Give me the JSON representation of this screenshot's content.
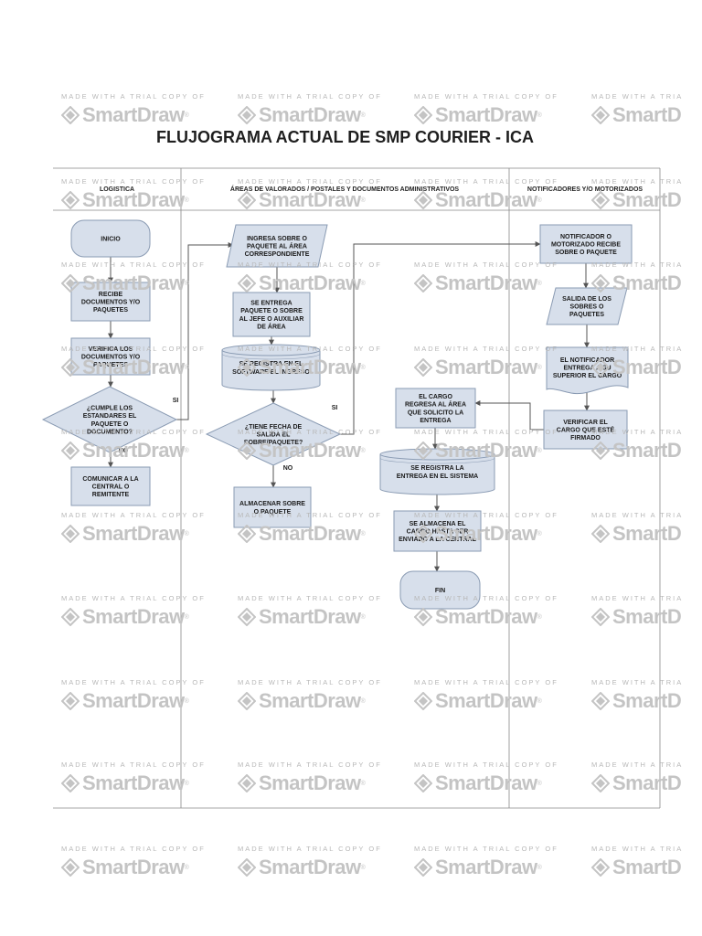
{
  "title": "FLUJOGRAMA ACTUAL DE SMP COURIER - ICA",
  "watermark": {
    "line1": "MADE WITH A TRIAL COPY OF",
    "brand": "SmartDraw",
    "brand_partial": "SmartD",
    "line1_partial": "MADE WITH A TRIA",
    "reg": "®"
  },
  "colors": {
    "node_fill": "#d7dfeb",
    "node_stroke": "#8a9bb3",
    "edge": "#555555",
    "lane_line": "#888888",
    "watermark": "#c4c4c4"
  },
  "lanes": [
    {
      "id": "logistica",
      "title": "LOGISTICA"
    },
    {
      "id": "areas",
      "title": "ÁREAS DE VALORADOS / POSTALES Y DOCUMENTOS ADMINISTRATIVOS"
    },
    {
      "id": "notificadores",
      "title": "NOTIFICADORES Y/O MOTORIZADOS"
    }
  ],
  "nodes": [
    {
      "id": "inicio",
      "type": "terminal",
      "lines": [
        "INICIO"
      ]
    },
    {
      "id": "recibe",
      "type": "process",
      "lines": [
        "RECIBE",
        "DOCUMENTOS Y/O",
        "PAQUETES"
      ]
    },
    {
      "id": "verifica",
      "type": "process",
      "lines": [
        "VERIFICA LOS",
        "DOCUMENTOS Y/O",
        "PAQUETES"
      ]
    },
    {
      "id": "cumple",
      "type": "decision",
      "lines": [
        "¿CUMPLE LOS",
        "ESTANDARES EL",
        "PAQUETE O",
        "DOCUMENTO?"
      ]
    },
    {
      "id": "comunicar",
      "type": "process",
      "lines": [
        "COMUNICAR A LA",
        "CENTRAL O",
        "REMITENTE"
      ]
    },
    {
      "id": "ingresa",
      "type": "io",
      "lines": [
        "INGRESA SOBRE O",
        "PAQUETE AL ÁREA",
        "CORRESPONDIENTE"
      ]
    },
    {
      "id": "entrega",
      "type": "process",
      "lines": [
        "SE ENTREGA",
        "PAQUETE O SOBRE",
        "AL JEFE O AUXILIAR",
        "DE ÁREA"
      ]
    },
    {
      "id": "registra",
      "type": "database",
      "lines": [
        "SE REGISTRA EN EL",
        "SOFTWARE EL INGRESO"
      ]
    },
    {
      "id": "fecha",
      "type": "decision",
      "lines": [
        "¿TIENE FECHA DE",
        "SALIDA EL",
        "SOBRE/PAQUETE?"
      ]
    },
    {
      "id": "almacenar",
      "type": "process",
      "lines": [
        "ALMACENAR SOBRE",
        "O PAQUETE"
      ]
    },
    {
      "id": "notificador_recibe",
      "type": "process",
      "lines": [
        "NOTIFICADOR O",
        "MOTORIZADO RECIBE",
        "SOBRE O PAQUETE"
      ]
    },
    {
      "id": "salida",
      "type": "io",
      "lines": [
        "SALIDA DE LOS",
        "SOBRES O",
        "PAQUETES"
      ]
    },
    {
      "id": "entrega_superior",
      "type": "document",
      "lines": [
        "EL NOTIFICADOR",
        "ENTREGA A SU",
        "SUPERIOR EL CARGO"
      ]
    },
    {
      "id": "verificar_cargo",
      "type": "process",
      "lines": [
        "VERIFICAR EL",
        "CARGO QUE ESTÉ",
        "FIRMADO"
      ]
    },
    {
      "id": "cargo_regresa",
      "type": "process",
      "lines": [
        "EL CARGO",
        "REGRESA AL ÁREA",
        "QUE SOLICITO LA",
        "ENTREGA"
      ]
    },
    {
      "id": "registra_entrega",
      "type": "database",
      "lines": [
        "SE REGISTRA LA",
        "ENTREGA EN EL SISTEMA"
      ]
    },
    {
      "id": "almacena_cargo",
      "type": "process",
      "lines": [
        "SE ALMACENA EL",
        "CARGO HASTA SER",
        "ENVIADO A LA CENTRAL"
      ]
    },
    {
      "id": "fin",
      "type": "terminal",
      "lines": [
        "FIN"
      ]
    }
  ],
  "edges": [
    {
      "from": "inicio",
      "to": "recibe",
      "label": ""
    },
    {
      "from": "recibe",
      "to": "verifica",
      "label": ""
    },
    {
      "from": "verifica",
      "to": "cumple",
      "label": ""
    },
    {
      "from": "cumple",
      "to": "comunicar",
      "label": "NO"
    },
    {
      "from": "cumple",
      "to": "ingresa",
      "label": "SI"
    },
    {
      "from": "ingresa",
      "to": "entrega",
      "label": ""
    },
    {
      "from": "entrega",
      "to": "registra",
      "label": ""
    },
    {
      "from": "registra",
      "to": "fecha",
      "label": ""
    },
    {
      "from": "fecha",
      "to": "almacenar",
      "label": "NO"
    },
    {
      "from": "fecha",
      "to": "notificador_recibe",
      "label": "SI"
    },
    {
      "from": "notificador_recibe",
      "to": "salida",
      "label": ""
    },
    {
      "from": "salida",
      "to": "entrega_superior",
      "label": ""
    },
    {
      "from": "entrega_superior",
      "to": "verificar_cargo",
      "label": ""
    },
    {
      "from": "verificar_cargo",
      "to": "cargo_regresa",
      "label": ""
    },
    {
      "from": "cargo_regresa",
      "to": "registra_entrega",
      "label": ""
    },
    {
      "from": "registra_entrega",
      "to": "almacena_cargo",
      "label": ""
    },
    {
      "from": "almacena_cargo",
      "to": "fin",
      "label": ""
    }
  ]
}
